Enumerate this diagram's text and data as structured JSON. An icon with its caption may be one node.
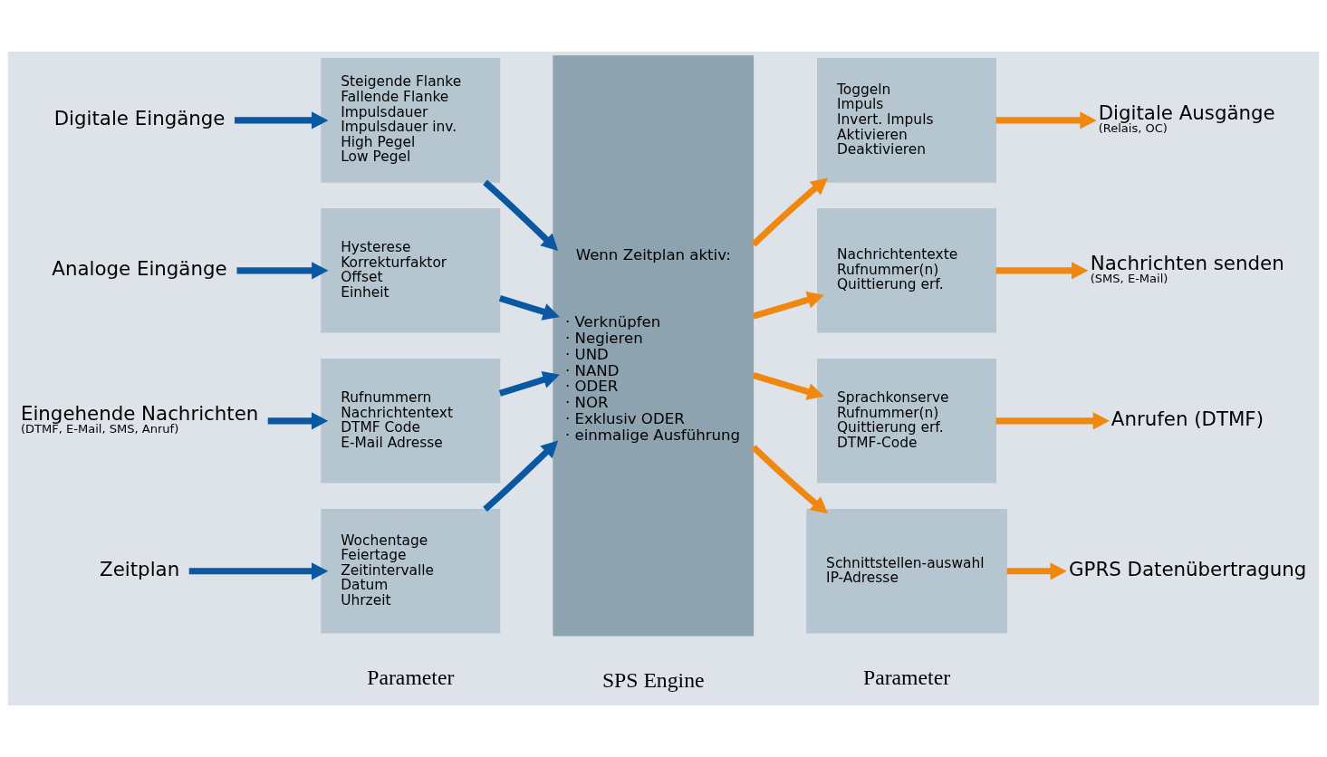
{
  "diagram": {
    "nodes": [
      {
        "text": [
          "Digitale Eingänge"
        ]
      },
      {
        "text": [
          "Analoge Eingänge"
        ]
      },
      {
        "text": [
          "Eingehende Nachrichten",
          "(DTMF, E-Mail, SMS, Anruf)"
        ]
      },
      {
        "text": [
          "Zeitplan"
        ]
      },
      {
        "text": [
          "Steigende Flanke",
          "Fallende Flanke",
          "Impulsdauer",
          "Impulsdauer inv.",
          "High Pegel",
          "Low Pegel"
        ]
      },
      {
        "text": [
          "Hysterese",
          "Korrekturfaktor",
          "Offset",
          "Einheit"
        ]
      },
      {
        "text": [
          "Rufnummern",
          "Nachrichtentext",
          "DTMF Code",
          "E-Mail Adresse"
        ]
      },
      {
        "text": [
          "Wochentage",
          "Feiertage",
          "Zeitintervalle",
          "Datum",
          "Uhrzeit"
        ]
      },
      {
        "text": [
          "Wenn Zeitplan aktiv:",
          "· Verknüpfen",
          "· Negieren",
          "· UND",
          "· NAND",
          "· ODER",
          "· NOR",
          "· Exklusiv ODER",
          "· einmalige Ausführung"
        ]
      },
      {
        "text": [
          "Toggeln",
          "Impuls",
          "Invert. Impuls",
          "Aktivieren",
          "Deaktivieren"
        ]
      },
      {
        "text": [
          "Nachrichtentexte",
          "Rufnummer(n)",
          "Quittierung erf."
        ]
      },
      {
        "text": [
          "Sprachkonserve",
          "Rufnummer(n)",
          "Quittierung erf.",
          "DTMF-Code"
        ]
      },
      {
        "text": [
          "Schnittstellen-auswahl",
          "IP-Adresse"
        ]
      },
      {
        "text": [
          "Digitale Ausgänge",
          "(Relais, OC)"
        ]
      },
      {
        "text": [
          "Nachrichten senden",
          "(SMS, E-Mail)"
        ]
      },
      {
        "text": [
          "Anrufen (DTMF)"
        ]
      },
      {
        "text": [
          "GPRS Datenübertragung"
        ]
      }
    ],
    "edges": [
      {
        "from": 0,
        "to": 4,
        "arrow": "to"
      },
      {
        "from": 1,
        "to": 5,
        "arrow": "to"
      },
      {
        "from": 2,
        "to": 6,
        "arrow": "to"
      },
      {
        "from": 3,
        "to": 7,
        "arrow": "to"
      },
      {
        "from": 4,
        "to": 8,
        "arrow": "to"
      },
      {
        "from": 5,
        "to": 8,
        "arrow": "to"
      },
      {
        "from": 6,
        "to": 8,
        "arrow": "to"
      },
      {
        "from": 7,
        "to": 8,
        "arrow": "to"
      },
      {
        "from": 8,
        "to": 9,
        "arrow": "to",
        "color": "#f0870f"
      },
      {
        "from": 8,
        "to": 10,
        "arrow": "to",
        "color": "#f0870f"
      },
      {
        "from": 8,
        "to": 11,
        "arrow": "to",
        "color": "#f0870f"
      },
      {
        "from": 8,
        "to": 12,
        "arrow": "to",
        "color": "#f0870f"
      },
      {
        "from": 9,
        "to": 13,
        "arrow": "to",
        "color": "#f0870f"
      },
      {
        "from": 10,
        "to": 14,
        "arrow": "to",
        "color": "#f0870f"
      },
      {
        "from": 11,
        "to": 15,
        "arrow": "to",
        "color": "#f0870f"
      },
      {
        "from": 12,
        "to": 16,
        "arrow": "to",
        "color": "#f0870f"
      }
    ],
    "labels": [
      "Parameter",
      "SPS Engine",
      "Parameter"
    ]
  }
}
